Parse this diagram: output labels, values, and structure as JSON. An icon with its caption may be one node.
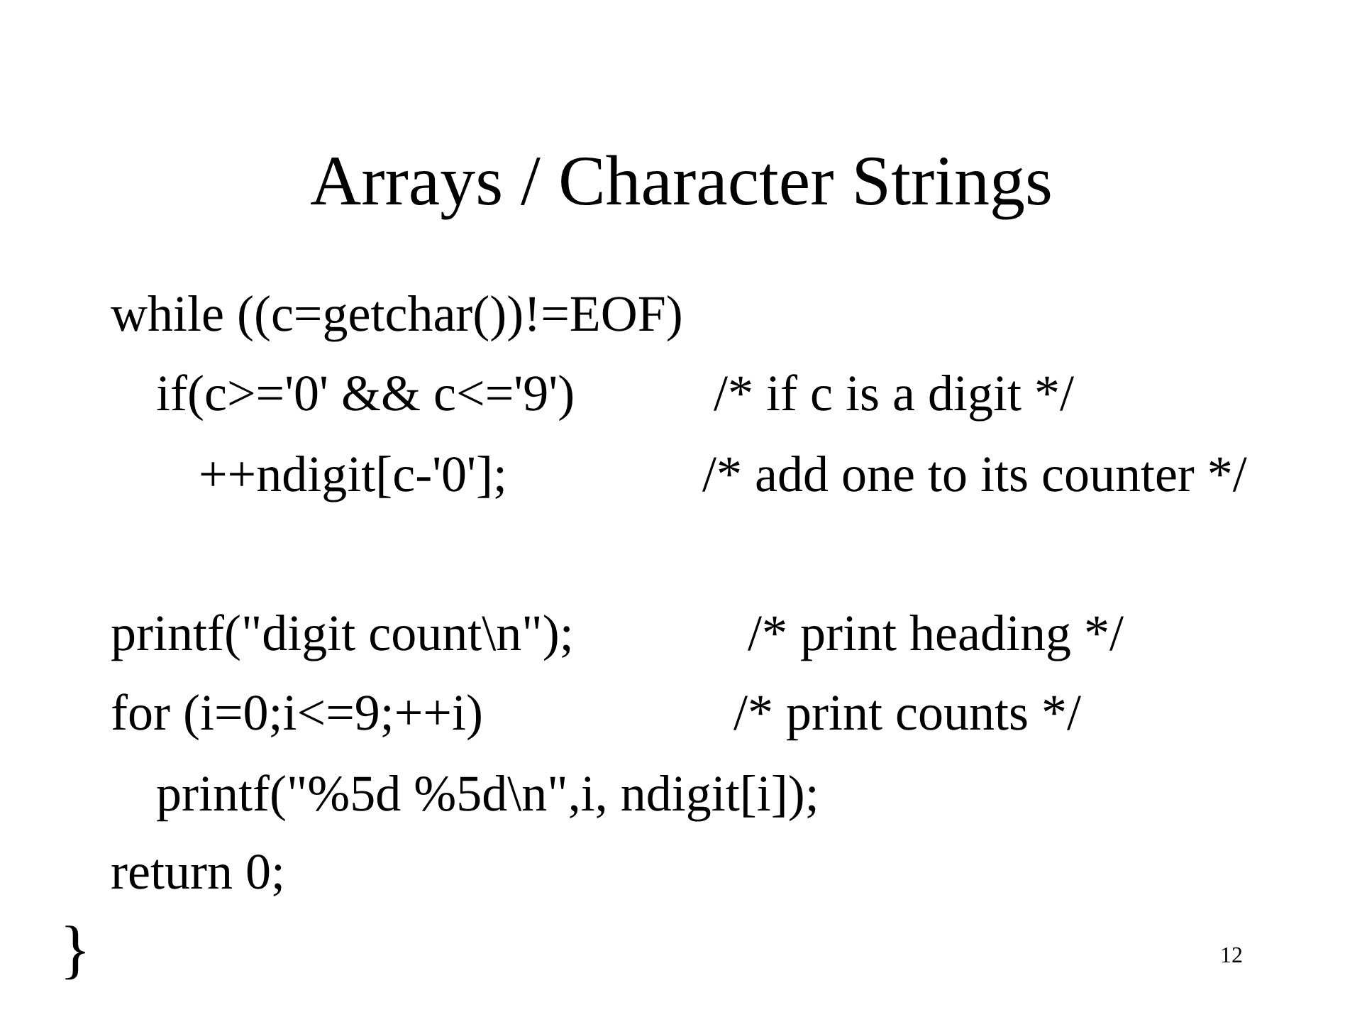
{
  "diagram": {
    "title": "Arrays / Character Strings",
    "labels": [
      "while ((c=getchar())!=EOF)",
      "if(c>='0' && c<='9')",
      "/* if c is a digit */",
      "++ndigit[c-'0'];",
      "/* add one to its counter */",
      "printf(\"digit count\\n\");",
      "/* print heading */",
      "for (i=0;i<=9;++i)",
      "/* print counts */",
      "printf(\"%5d %5d\\n\",i, ndigit[i]);",
      "return 0;",
      "}",
      "12"
    ]
  }
}
